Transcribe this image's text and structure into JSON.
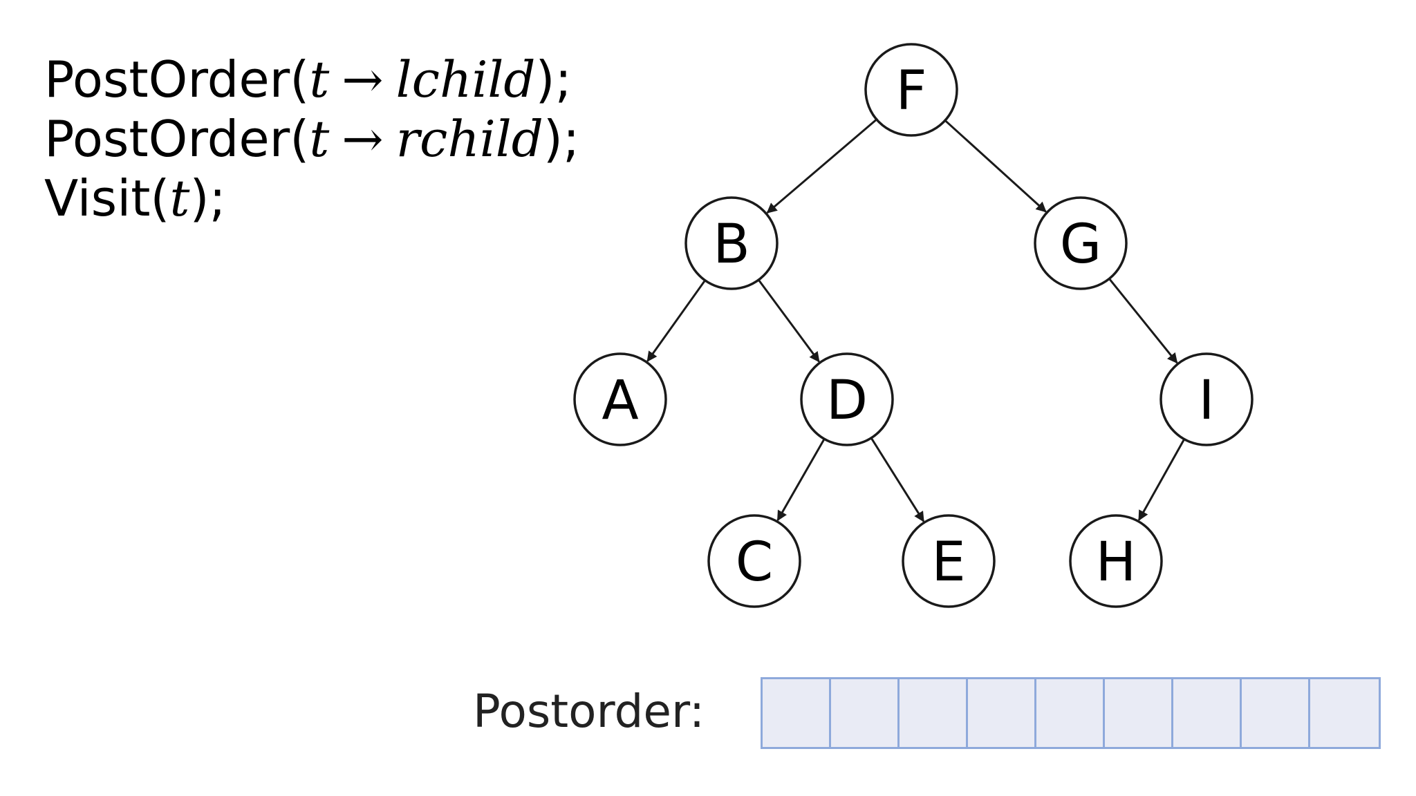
{
  "code": {
    "lines": [
      {
        "fn": "PostOrder",
        "open": "(",
        "var1": "t",
        "arrow": "→",
        "var2": "lchild",
        "close": ");"
      },
      {
        "fn": "PostOrder",
        "open": "(",
        "var1": "t",
        "arrow": "→",
        "var2": "rchild",
        "close": ");"
      },
      {
        "fn": "Visit",
        "open": "(",
        "var1": "t",
        "close": ");"
      }
    ]
  },
  "tree": {
    "nodes": [
      "F",
      "B",
      "G",
      "A",
      "D",
      "I",
      "C",
      "E",
      "H"
    ],
    "edges": [
      [
        "F",
        "B"
      ],
      [
        "F",
        "G"
      ],
      [
        "B",
        "A"
      ],
      [
        "B",
        "D"
      ],
      [
        "G",
        "I"
      ],
      [
        "D",
        "C"
      ],
      [
        "D",
        "E"
      ],
      [
        "I",
        "H"
      ]
    ]
  },
  "postorder": {
    "label": "Postorder:",
    "cells": [
      "",
      "",
      "",
      "",
      "",
      "",
      "",
      "",
      ""
    ]
  },
  "colors": {
    "cell_fill": "#e9ebf5",
    "cell_border": "#8ea9db",
    "stroke": "#1a1a1a"
  }
}
